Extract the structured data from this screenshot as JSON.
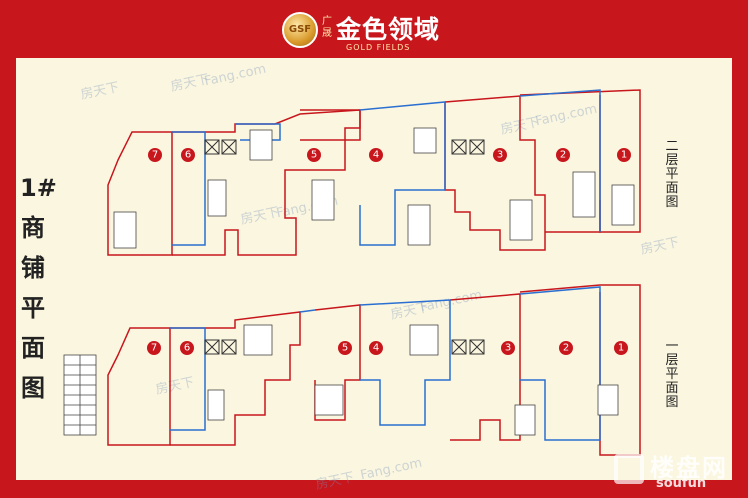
{
  "header": {
    "logo_badge": "GSF",
    "logo_sub": "广晟",
    "logo_cn": "金色领域",
    "logo_en": "GOLD FIELDS"
  },
  "side_title": [
    "1#",
    "商",
    "铺",
    "平",
    "面",
    "图"
  ],
  "floors": {
    "upper": {
      "label": "二层平面图",
      "units": [
        "7",
        "6",
        "5",
        "4",
        "3",
        "2",
        "1"
      ]
    },
    "lower": {
      "label": "一层平面图",
      "units": [
        "7",
        "6",
        "5",
        "4",
        "3",
        "2",
        "1"
      ]
    }
  },
  "watermarks": [
    "房天下",
    "Fang.com"
  ],
  "brand_corner": {
    "name": "楼盘网",
    "domain": "soufun"
  },
  "colors": {
    "frame": "#c8161d",
    "panel": "#fbf6df",
    "wall_red": "#c8161d",
    "wall_blue": "#2a6fd1",
    "badge": "#c8161d"
  }
}
